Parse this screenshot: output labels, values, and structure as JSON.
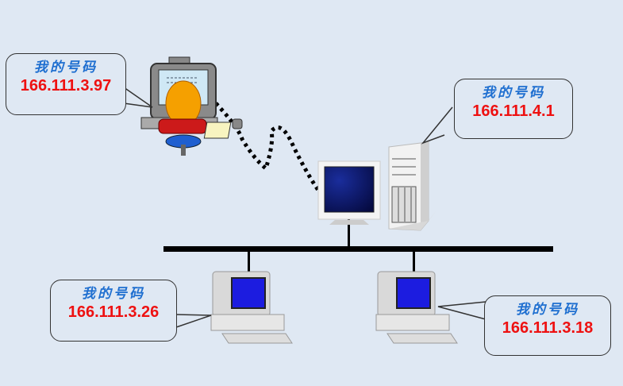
{
  "diagram": {
    "title": "Network address illustration",
    "nodes": [
      {
        "id": "user-pc",
        "label": "我的号码",
        "ip": "166.111.3.97"
      },
      {
        "id": "server",
        "label": "我的号码",
        "ip": "166.111.4.1"
      },
      {
        "id": "pc-left",
        "label": "我的号码",
        "ip": "166.111.3.26"
      },
      {
        "id": "pc-right",
        "label": "我的号码",
        "ip": "166.111.3.18"
      }
    ],
    "colors": {
      "background": "#dfe8f3",
      "label": "#1f6fd0",
      "ip": "#ee1111",
      "bus": "#000000"
    }
  }
}
